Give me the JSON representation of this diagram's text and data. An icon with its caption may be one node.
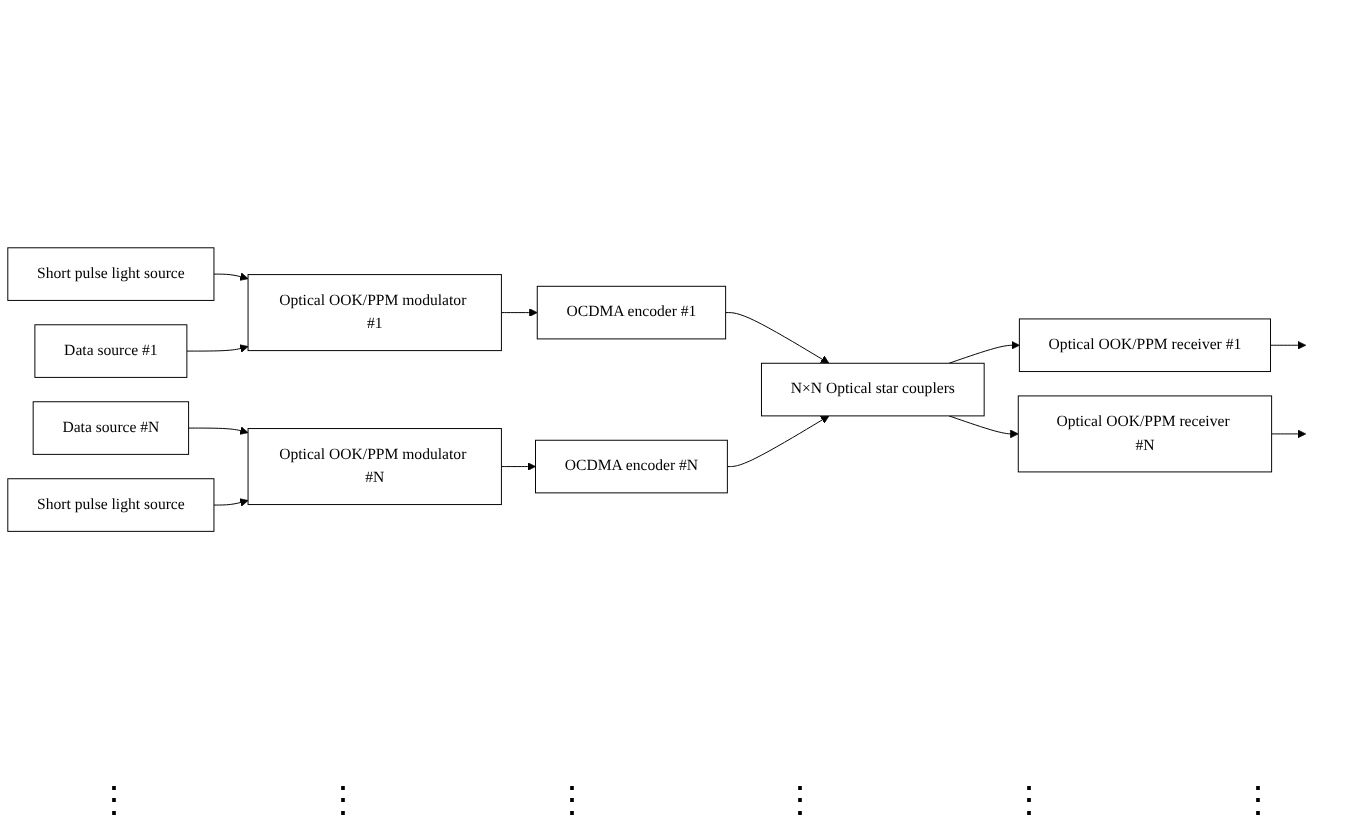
{
  "diagram": {
    "nodes": [
      {
        "text": [
          "Short pulse light source"
        ]
      },
      {
        "text": [
          "Data source #1"
        ]
      },
      {
        "text": [
          "Optical OOK/PPM modulator #1"
        ]
      },
      {
        "text": [
          "OCDMA encoder #1"
        ]
      },
      {
        "text": [
          "N×N Optical star couplers"
        ]
      },
      {
        "text": [
          "Optical OOK/PPM receiver #1"
        ]
      },
      {
        "text": [
          "Data source #N"
        ]
      },
      {
        "text": [
          "Optical OOK/PPM modulator #N"
        ]
      },
      {
        "text": [
          "OCDMA encoder #N"
        ]
      },
      {
        "text": [
          "Optical OOK/PPM receiver #N"
        ]
      },
      {
        "text": [
          "Short pulse light source"
        ]
      }
    ],
    "edges": [
      {
        "from": 0,
        "to": 2,
        "arrow": "to"
      },
      {
        "from": 1,
        "to": 2,
        "arrow": "to"
      },
      {
        "from": 2,
        "to": 3,
        "arrow": "to"
      },
      {
        "from": 3,
        "to": 4,
        "arrow": "to"
      },
      {
        "from": 4,
        "to": 5,
        "arrow": "to"
      },
      {
        "from": 5,
        "to": null,
        "arrow": "to"
      },
      {
        "from": 6,
        "to": 7,
        "arrow": "to"
      },
      {
        "from": 10,
        "to": 7,
        "arrow": "to"
      },
      {
        "from": 7,
        "to": 8,
        "arrow": "to"
      },
      {
        "from": 8,
        "to": 4,
        "arrow": "to"
      },
      {
        "from": 4,
        "to": 9,
        "arrow": "to"
      },
      {
        "from": 9,
        "to": null,
        "arrow": "to"
      }
    ],
    "labels": [
      "⋮",
      "⋮",
      "⋮",
      "⋮",
      "⋮",
      "⋮"
    ]
  }
}
